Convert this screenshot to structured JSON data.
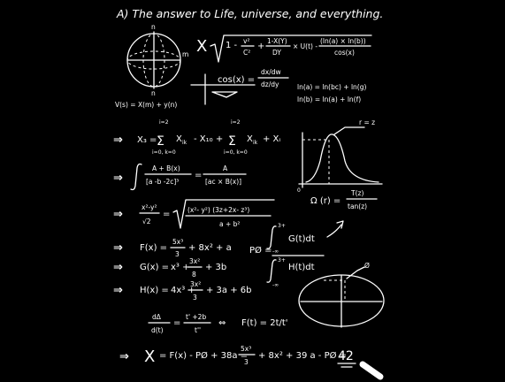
{
  "title": "A) The answer to Life, universe, and everything.",
  "labels": {
    "globe_n_top": "n",
    "globe_n_bottom": "n",
    "globe_m": "m",
    "big_x": "X",
    "sqrt_one_minus": "1 -",
    "frac1_num": "v²",
    "frac1_den": "C²",
    "plus1": "+",
    "frac2_num": "1-X(Y)",
    "frac2_den": "DY",
    "times_u": "× U(t) -",
    "frac3_num": "(ln(a) × ln(b))",
    "frac3_den": "cos(x)",
    "cos_x": "cos(x) =",
    "dxdw_num": "dx/dw",
    "dxdw_den": "dz/dy",
    "ln_a": "ln(a) = ln(bc) + ln(g)",
    "ln_b": "ln(b) = ln(a) + ln(f)",
    "vs": "V(s) = X(m) + y(n)",
    "x3_lhs": "X₃ =",
    "sum1_top": "i=2",
    "sum1_bottom": "i=0, k=0",
    "x_ik1": "X",
    "x_ik1_sub": "ik",
    "minus_x10": "- X₁₀ +",
    "sum2_top": "i=2",
    "sum2_bottom": "i=0, k=0",
    "x_ik2": "X",
    "x_ik2_sub": "ik",
    "plus_xi": "+ Xᵢ",
    "int1_num": "A + B(x)",
    "int1_den": "[a -b -2c]³",
    "int1_eq": "=",
    "int2_num": "A",
    "int2_den": "[ac × B(x)]",
    "sqrt2_num": "x²-y²",
    "sqrt2_den": "√2",
    "sqrt2_eq": "=",
    "sqrt3_num": "(x²- y²) (3z+2x- z³)",
    "sqrt3_den": "a + b²",
    "omega_lhs": "Ω (r) =",
    "omega_num": "T(z)",
    "omega_den": "tan(z)",
    "graph_label": "r = z",
    "graph_origin": "0",
    "fx_lhs": "F(x) =",
    "fx_num": "5x³",
    "fx_den": "3",
    "fx_rest": "+ 8x² + a",
    "gx_lhs": "G(x) =",
    "gx_a": "x³ +",
    "gx_num": "3x²",
    "gx_den": "8",
    "gx_rest": "+ 3b",
    "hx_lhs": "H(x) =",
    "hx_a": "4x³ +",
    "hx_num": "3x²",
    "hx_den": "3",
    "hx_rest": "+ 3a + 6b",
    "po_lhs": "PØ =",
    "po_int_top": "3+",
    "po_int_bottom": "-∞",
    "po_num": "G(t)dt",
    "po_den": "H(t)dt",
    "po_int2_top": "3+",
    "po_int2_bottom": "-∞",
    "ellipse_phi": "Ø",
    "dd_num": "dΔ",
    "dd_den": "d(t)",
    "dd_eq": "=",
    "dd_rnum": "t' +2b",
    "dd_rden": "t''",
    "iff": "⇔",
    "ft": "F(t) = 2t/t'",
    "final_x": "X",
    "final_mid": "= F(x) - PØ + 38a =",
    "final_num": "5x³",
    "final_den": "3",
    "final_rest": "+ 8x² + 39 a - PØ =",
    "answer": "42",
    "implies": "⇒"
  }
}
